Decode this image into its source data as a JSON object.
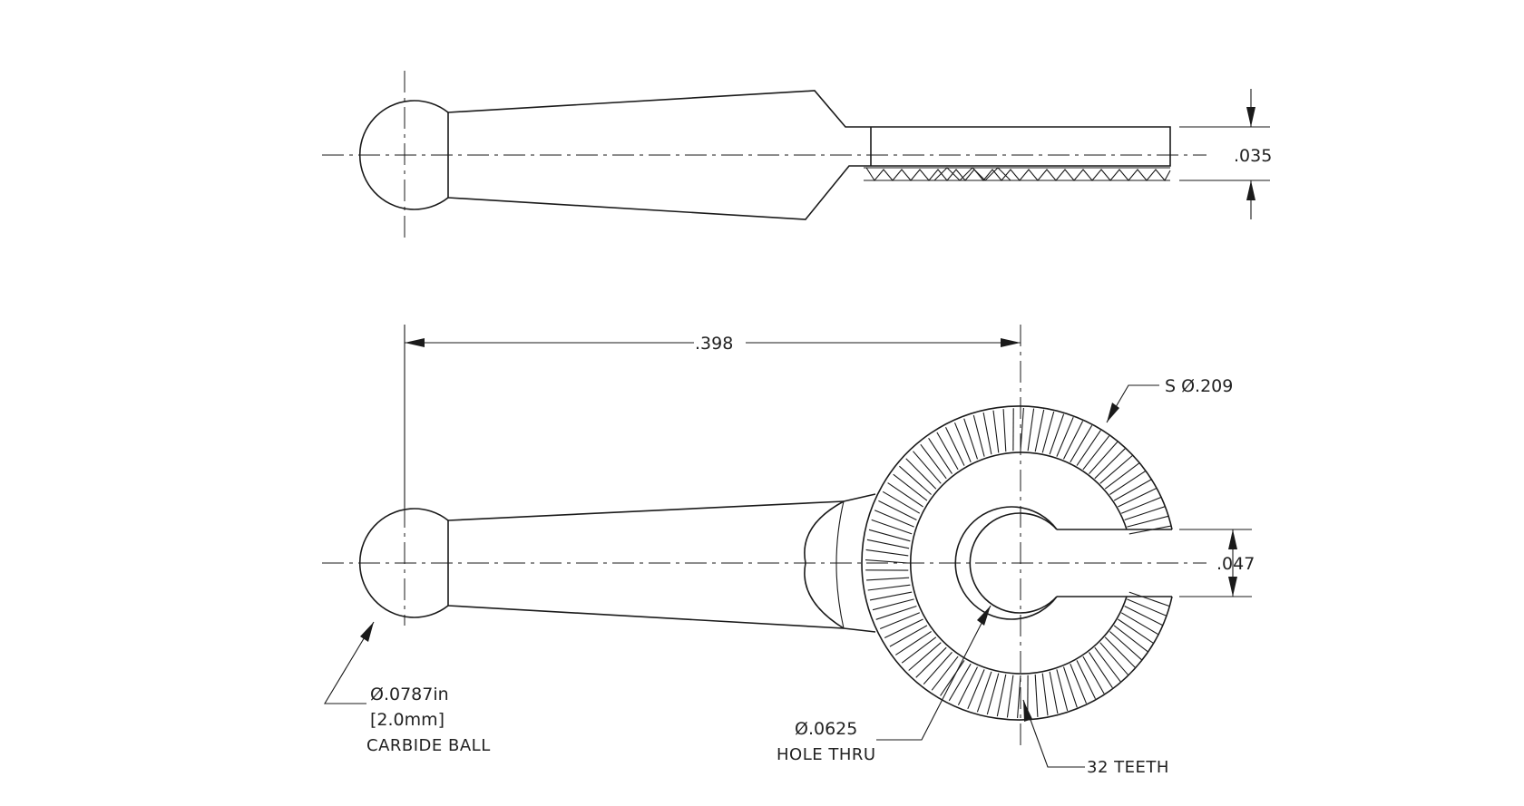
{
  "dimensions": {
    "thickness": ".035",
    "ball_center_to_hub": ".398",
    "sphere_diameter": "S Ø.209",
    "slot_width": ".047",
    "hole_diameter": "Ø.0625",
    "hole_note": "HOLE THRU",
    "ball_diameter_in": "Ø.0787in",
    "ball_diameter_mm": "[2.0mm]",
    "ball_note": "CARBIDE BALL",
    "teeth_note": "32 TEETH"
  },
  "colors": {
    "line": "#1a1a1a",
    "background": "#ffffff"
  }
}
